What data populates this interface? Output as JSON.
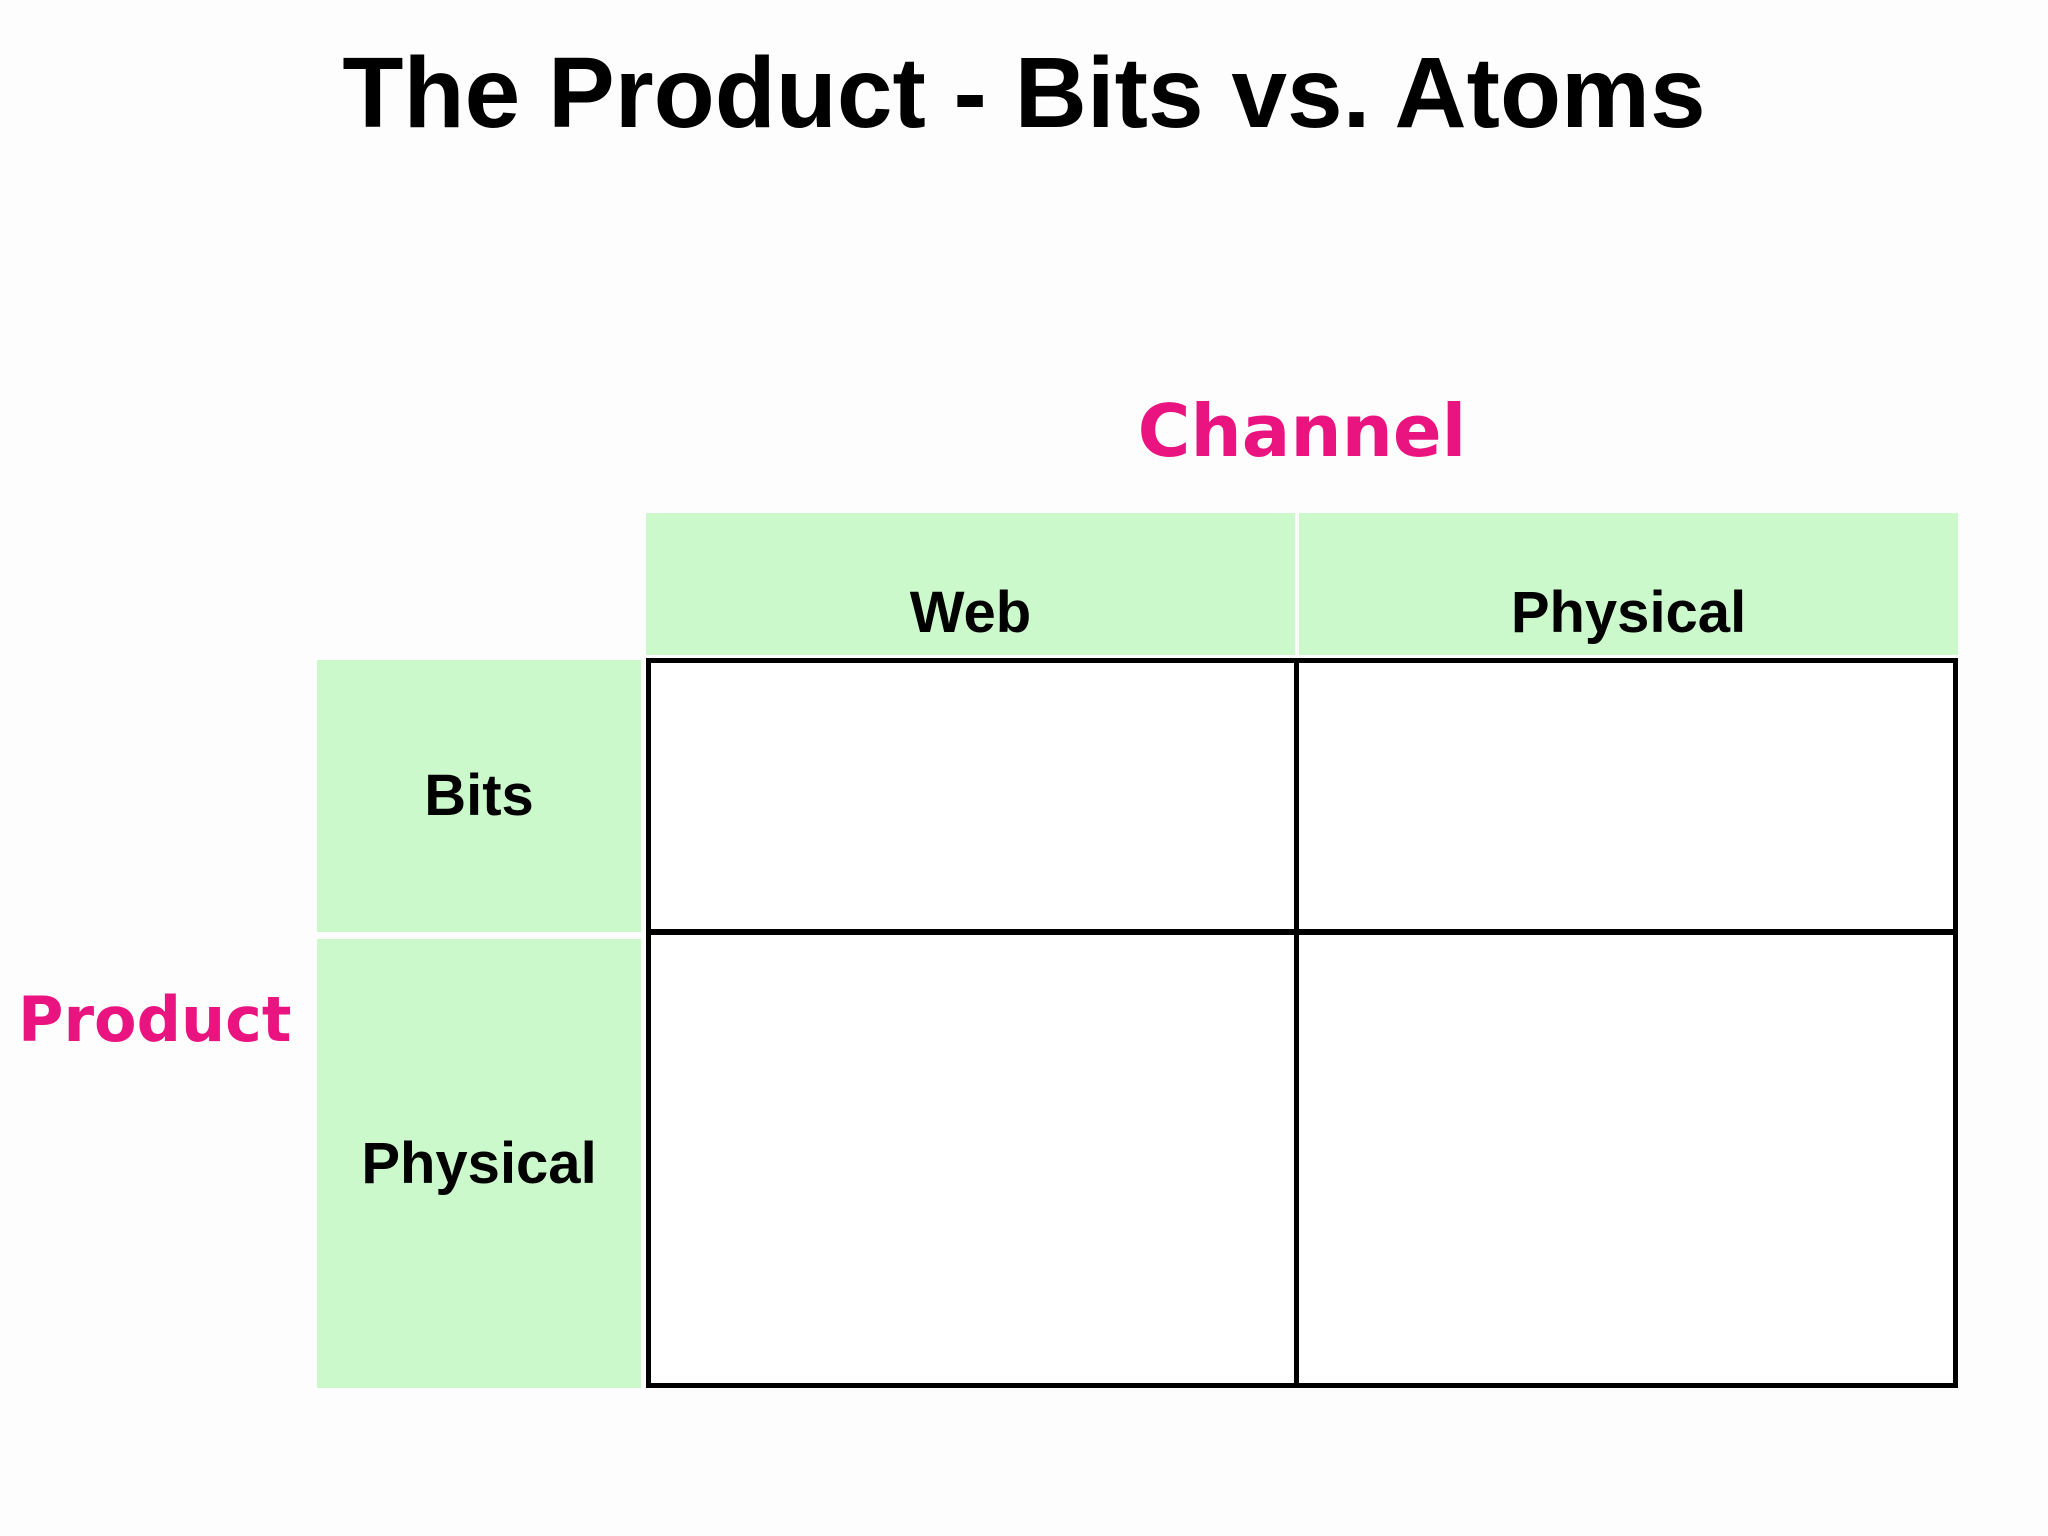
{
  "slide": {
    "title": "The Product - Bits vs. Atoms",
    "matrix": {
      "column_axis_label": "Channel",
      "row_axis_label": "Product",
      "column_headers": [
        "Web",
        "Physical"
      ],
      "row_headers": [
        "Bits",
        "Physical"
      ],
      "cells": [
        [
          "",
          ""
        ],
        [
          "",
          ""
        ]
      ]
    },
    "colors": {
      "axis_label_pink": "#e9147f",
      "header_fill_green": "#cbf9cc",
      "border_black": "#000000",
      "background": "#fdfdfd"
    }
  }
}
